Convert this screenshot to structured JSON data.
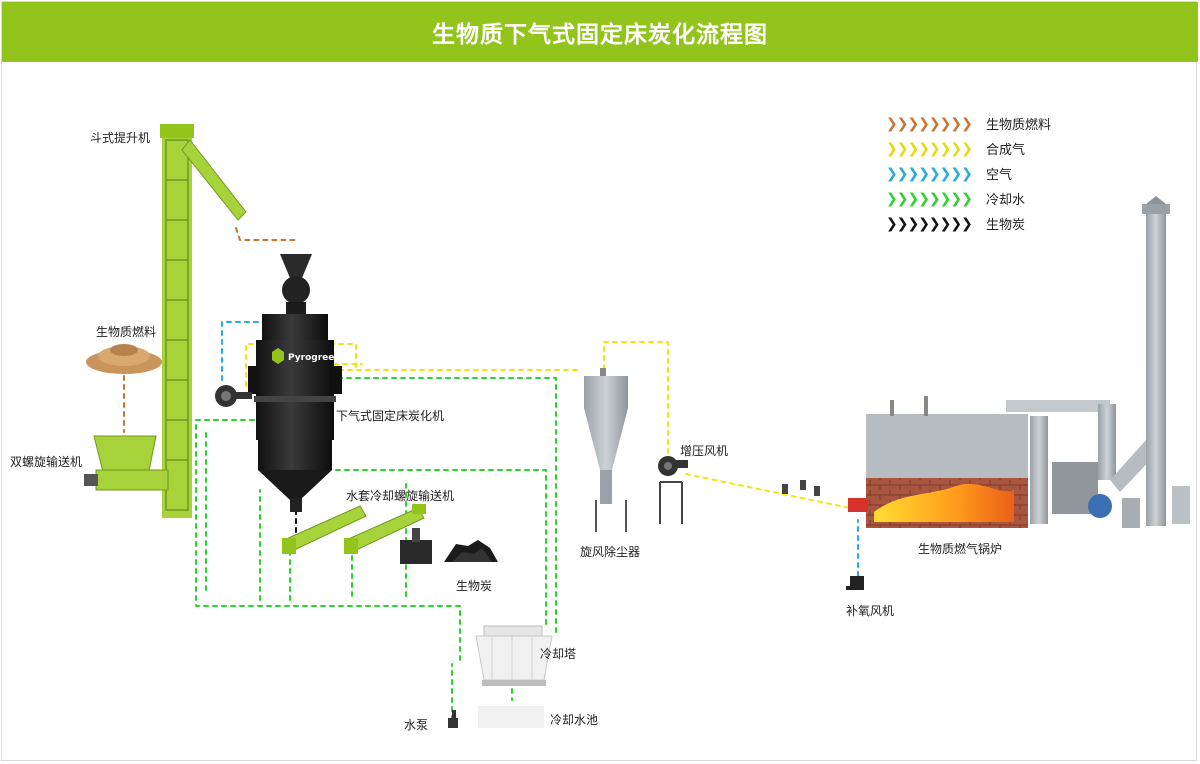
{
  "title": "生物质下气式固定床炭化流程图",
  "colors": {
    "header": "#93c41c",
    "biomass": "#c87533",
    "syngas": "#f2e313",
    "air": "#2aa8e0",
    "water": "#2fd12f",
    "char": "#111111",
    "green_equipment": "#a8d23a"
  },
  "legend": [
    {
      "label": "生物质燃料",
      "color": "#c87533",
      "icon": "chevron-arrows"
    },
    {
      "label": "合成气",
      "color": "#f2e313",
      "icon": "chevron-arrows"
    },
    {
      "label": "空气",
      "color": "#2aa8e0",
      "icon": "chevron-arrows"
    },
    {
      "label": "冷却水",
      "color": "#2fd12f",
      "icon": "chevron-arrows"
    },
    {
      "label": "生物炭",
      "color": "#111111",
      "icon": "chevron-arrows"
    }
  ],
  "legend_arrows": "❯❯❯❯❯❯❯❯",
  "labels": {
    "bucket_elevator": "斗式提升机",
    "biomass_fuel": "生物质燃料",
    "twin_screw": "双螺旋输送机",
    "carbonizer": "下气式固定床炭化机",
    "water_screw": "水套冷却螺旋输送机",
    "biochar": "生物炭",
    "cyclone": "旋风除尘器",
    "booster_fan": "增压风机",
    "boiler": "生物质燃气锅炉",
    "oxygen_fan": "补氧风机",
    "cooling_tower": "冷却塔",
    "pump": "水泵",
    "cooling_pool": "冷却水池",
    "brand": "Pyrogreen"
  }
}
